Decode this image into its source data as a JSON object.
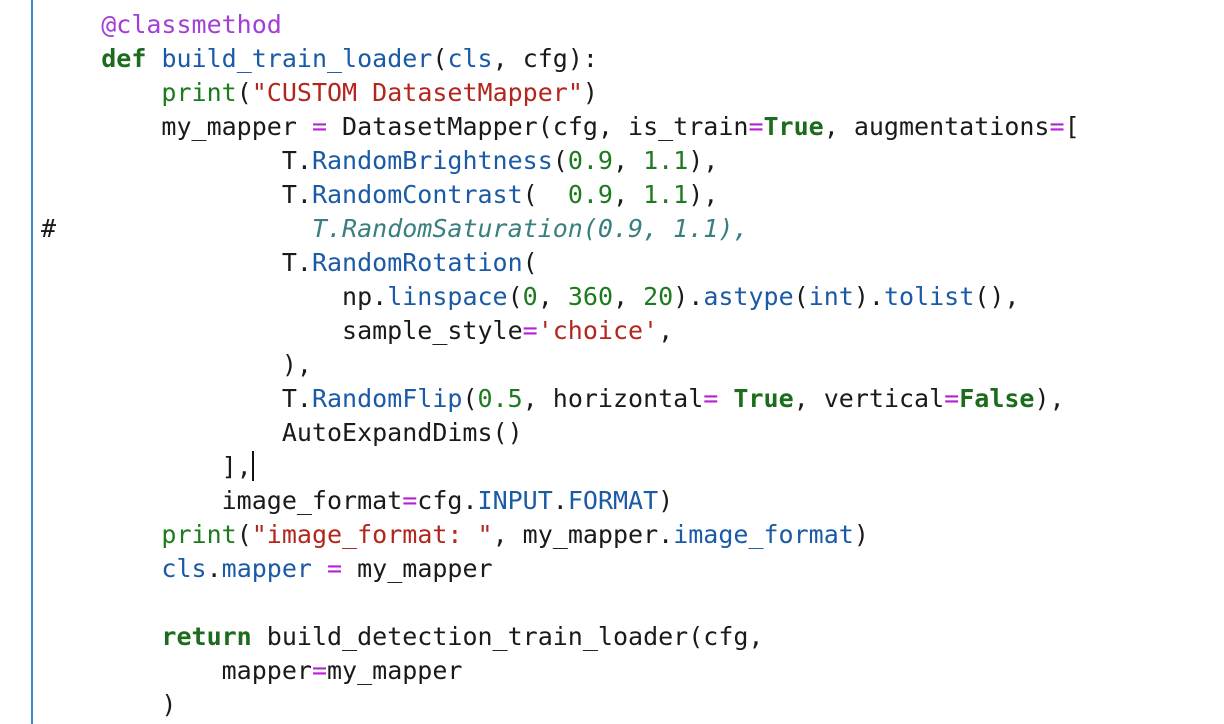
{
  "editor": {
    "lines": [
      [
        {
          "t": "    "
        },
        {
          "t": "@classmethod",
          "c": "dec"
        }
      ],
      [
        {
          "t": "    "
        },
        {
          "t": "def",
          "c": "kw"
        },
        {
          "t": " "
        },
        {
          "t": "build_train_loader",
          "c": "fn"
        },
        {
          "t": "("
        },
        {
          "t": "cls",
          "c": "cls"
        },
        {
          "t": ", cfg):"
        }
      ],
      [
        {
          "t": "        "
        },
        {
          "t": "print",
          "c": "bi"
        },
        {
          "t": "("
        },
        {
          "t": "\"CUSTOM DatasetMapper\"",
          "c": "str"
        },
        {
          "t": ")"
        }
      ],
      [
        {
          "t": "        my_mapper "
        },
        {
          "t": "=",
          "c": "op"
        },
        {
          "t": " DatasetMapper(cfg, is_train"
        },
        {
          "t": "=",
          "c": "op"
        },
        {
          "t": "True",
          "c": "bool"
        },
        {
          "t": ", augmentations"
        },
        {
          "t": "=",
          "c": "op"
        },
        {
          "t": "["
        }
      ],
      [
        {
          "t": "                T."
        },
        {
          "t": "RandomBrightness",
          "c": "attr"
        },
        {
          "t": "("
        },
        {
          "t": "0.9",
          "c": "num"
        },
        {
          "t": ", "
        },
        {
          "t": "1.1",
          "c": "num"
        },
        {
          "t": "),"
        }
      ],
      [
        {
          "t": "                T."
        },
        {
          "t": "RandomContrast",
          "c": "attr"
        },
        {
          "t": "(  "
        },
        {
          "t": "0.9",
          "c": "num"
        },
        {
          "t": ", "
        },
        {
          "t": "1.1",
          "c": "num"
        },
        {
          "t": "),"
        }
      ],
      [
        {
          "t": "#",
          "c": "hash"
        },
        {
          "t": "                 "
        },
        {
          "t": "T.RandomSaturation(0.9, 1.1),",
          "c": "cmt"
        }
      ],
      [
        {
          "t": "                T."
        },
        {
          "t": "RandomRotation",
          "c": "attr"
        },
        {
          "t": "("
        }
      ],
      [
        {
          "t": "                    np."
        },
        {
          "t": "linspace",
          "c": "attr"
        },
        {
          "t": "("
        },
        {
          "t": "0",
          "c": "num"
        },
        {
          "t": ", "
        },
        {
          "t": "360",
          "c": "num"
        },
        {
          "t": ", "
        },
        {
          "t": "20",
          "c": "num"
        },
        {
          "t": ")."
        },
        {
          "t": "astype",
          "c": "attr"
        },
        {
          "t": "("
        },
        {
          "t": "int",
          "c": "cls"
        },
        {
          "t": ")."
        },
        {
          "t": "tolist",
          "c": "attr"
        },
        {
          "t": "(),"
        }
      ],
      [
        {
          "t": "                    sample_style"
        },
        {
          "t": "=",
          "c": "op"
        },
        {
          "t": "'choice'",
          "c": "str"
        },
        {
          "t": ","
        }
      ],
      [
        {
          "t": "                ),"
        }
      ],
      [
        {
          "t": "                T."
        },
        {
          "t": "RandomFlip",
          "c": "attr"
        },
        {
          "t": "("
        },
        {
          "t": "0.5",
          "c": "num"
        },
        {
          "t": ", horizontal"
        },
        {
          "t": "=",
          "c": "op"
        },
        {
          "t": " "
        },
        {
          "t": "True",
          "c": "bool"
        },
        {
          "t": ", vertical"
        },
        {
          "t": "=",
          "c": "op"
        },
        {
          "t": "False",
          "c": "bool"
        },
        {
          "t": "),"
        }
      ],
      [
        {
          "t": "                AutoExpandDims()"
        }
      ],
      [
        {
          "t": "            ],"
        },
        {
          "t": "",
          "c": "caret"
        }
      ],
      [
        {
          "t": "            image_format"
        },
        {
          "t": "=",
          "c": "op"
        },
        {
          "t": "cfg."
        },
        {
          "t": "INPUT",
          "c": "attr"
        },
        {
          "t": "."
        },
        {
          "t": "FORMAT",
          "c": "attr"
        },
        {
          "t": ")"
        }
      ],
      [
        {
          "t": "        "
        },
        {
          "t": "print",
          "c": "bi"
        },
        {
          "t": "("
        },
        {
          "t": "\"image_format: \"",
          "c": "str"
        },
        {
          "t": ", my_mapper."
        },
        {
          "t": "image_format",
          "c": "attr"
        },
        {
          "t": ")"
        }
      ],
      [
        {
          "t": "        "
        },
        {
          "t": "cls",
          "c": "cls"
        },
        {
          "t": "."
        },
        {
          "t": "mapper",
          "c": "attr"
        },
        {
          "t": " "
        },
        {
          "t": "=",
          "c": "op"
        },
        {
          "t": " my_mapper"
        }
      ],
      [
        {
          "t": ""
        }
      ],
      [
        {
          "t": "        "
        },
        {
          "t": "return",
          "c": "kw"
        },
        {
          "t": " build_detection_train_loader(cfg,"
        }
      ],
      [
        {
          "t": "            mapper"
        },
        {
          "t": "=",
          "c": "op"
        },
        {
          "t": "my_mapper"
        }
      ],
      [
        {
          "t": "        )"
        }
      ]
    ]
  }
}
